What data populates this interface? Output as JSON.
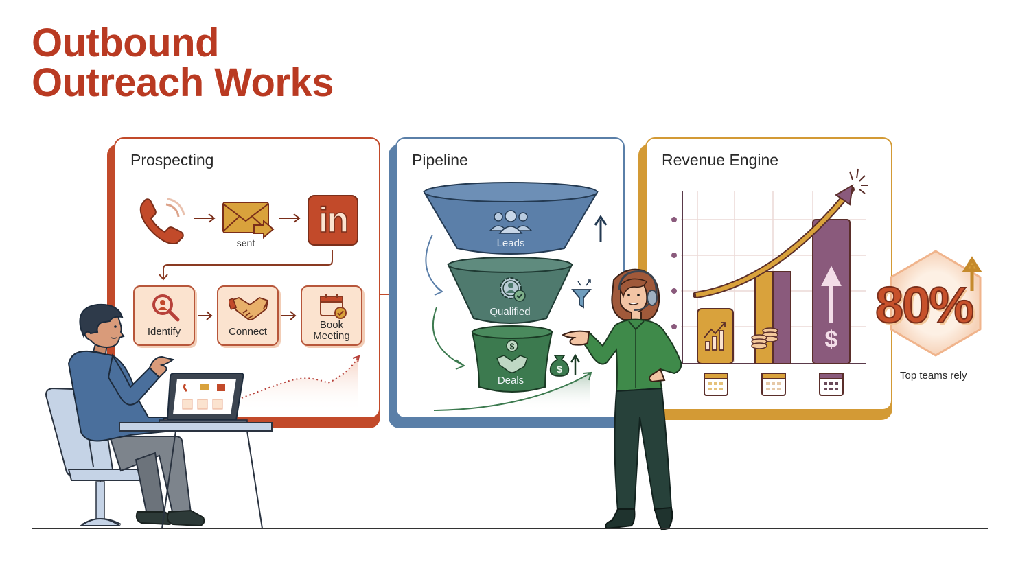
{
  "title": {
    "line1": "Outbound",
    "line2": "Outreach Works"
  },
  "colors": {
    "title": "#b93a22",
    "prospecting": "#c24a2a",
    "pipeline": "#5a7fa8",
    "revenue": "#d39a35",
    "funnel_leads": "#5b7fa9",
    "funnel_qualified": "#4f7a6e",
    "funnel_deals": "#3c7a4f",
    "bar_gold": "#d9a23c",
    "bar_purple": "#8a5a7c"
  },
  "panels": {
    "prospecting": {
      "title": "Prospecting",
      "channels": [
        {
          "icon": "phone-icon"
        },
        {
          "icon": "envelope-sent-icon",
          "label": "sent"
        },
        {
          "icon": "linkedin-icon",
          "text": "in"
        }
      ],
      "steps": [
        {
          "icon": "search-person-icon",
          "label": "Identify"
        },
        {
          "icon": "handshake-icon",
          "label": "Connect"
        },
        {
          "icon": "calendar-check-icon",
          "label_line1": "Book",
          "label_line2": "Meeting"
        }
      ]
    },
    "pipeline": {
      "title": "Pipeline",
      "stages": [
        {
          "icon": "people-icon",
          "label": "Leads"
        },
        {
          "icon": "gear-person-check-icon",
          "label": "Qualified"
        },
        {
          "icon": "dollar-handshake-icon",
          "label": "Deals"
        }
      ]
    },
    "revenue": {
      "title": "Revenue Engine",
      "bars": [
        {
          "icon": "bar-chart-trend-icon"
        },
        {
          "icon": "coins-icon"
        },
        {
          "icon": "dollar-up-arrow-icon",
          "text": "$"
        }
      ]
    }
  },
  "stat": {
    "value": "80%",
    "caption": "Top teams rely"
  }
}
